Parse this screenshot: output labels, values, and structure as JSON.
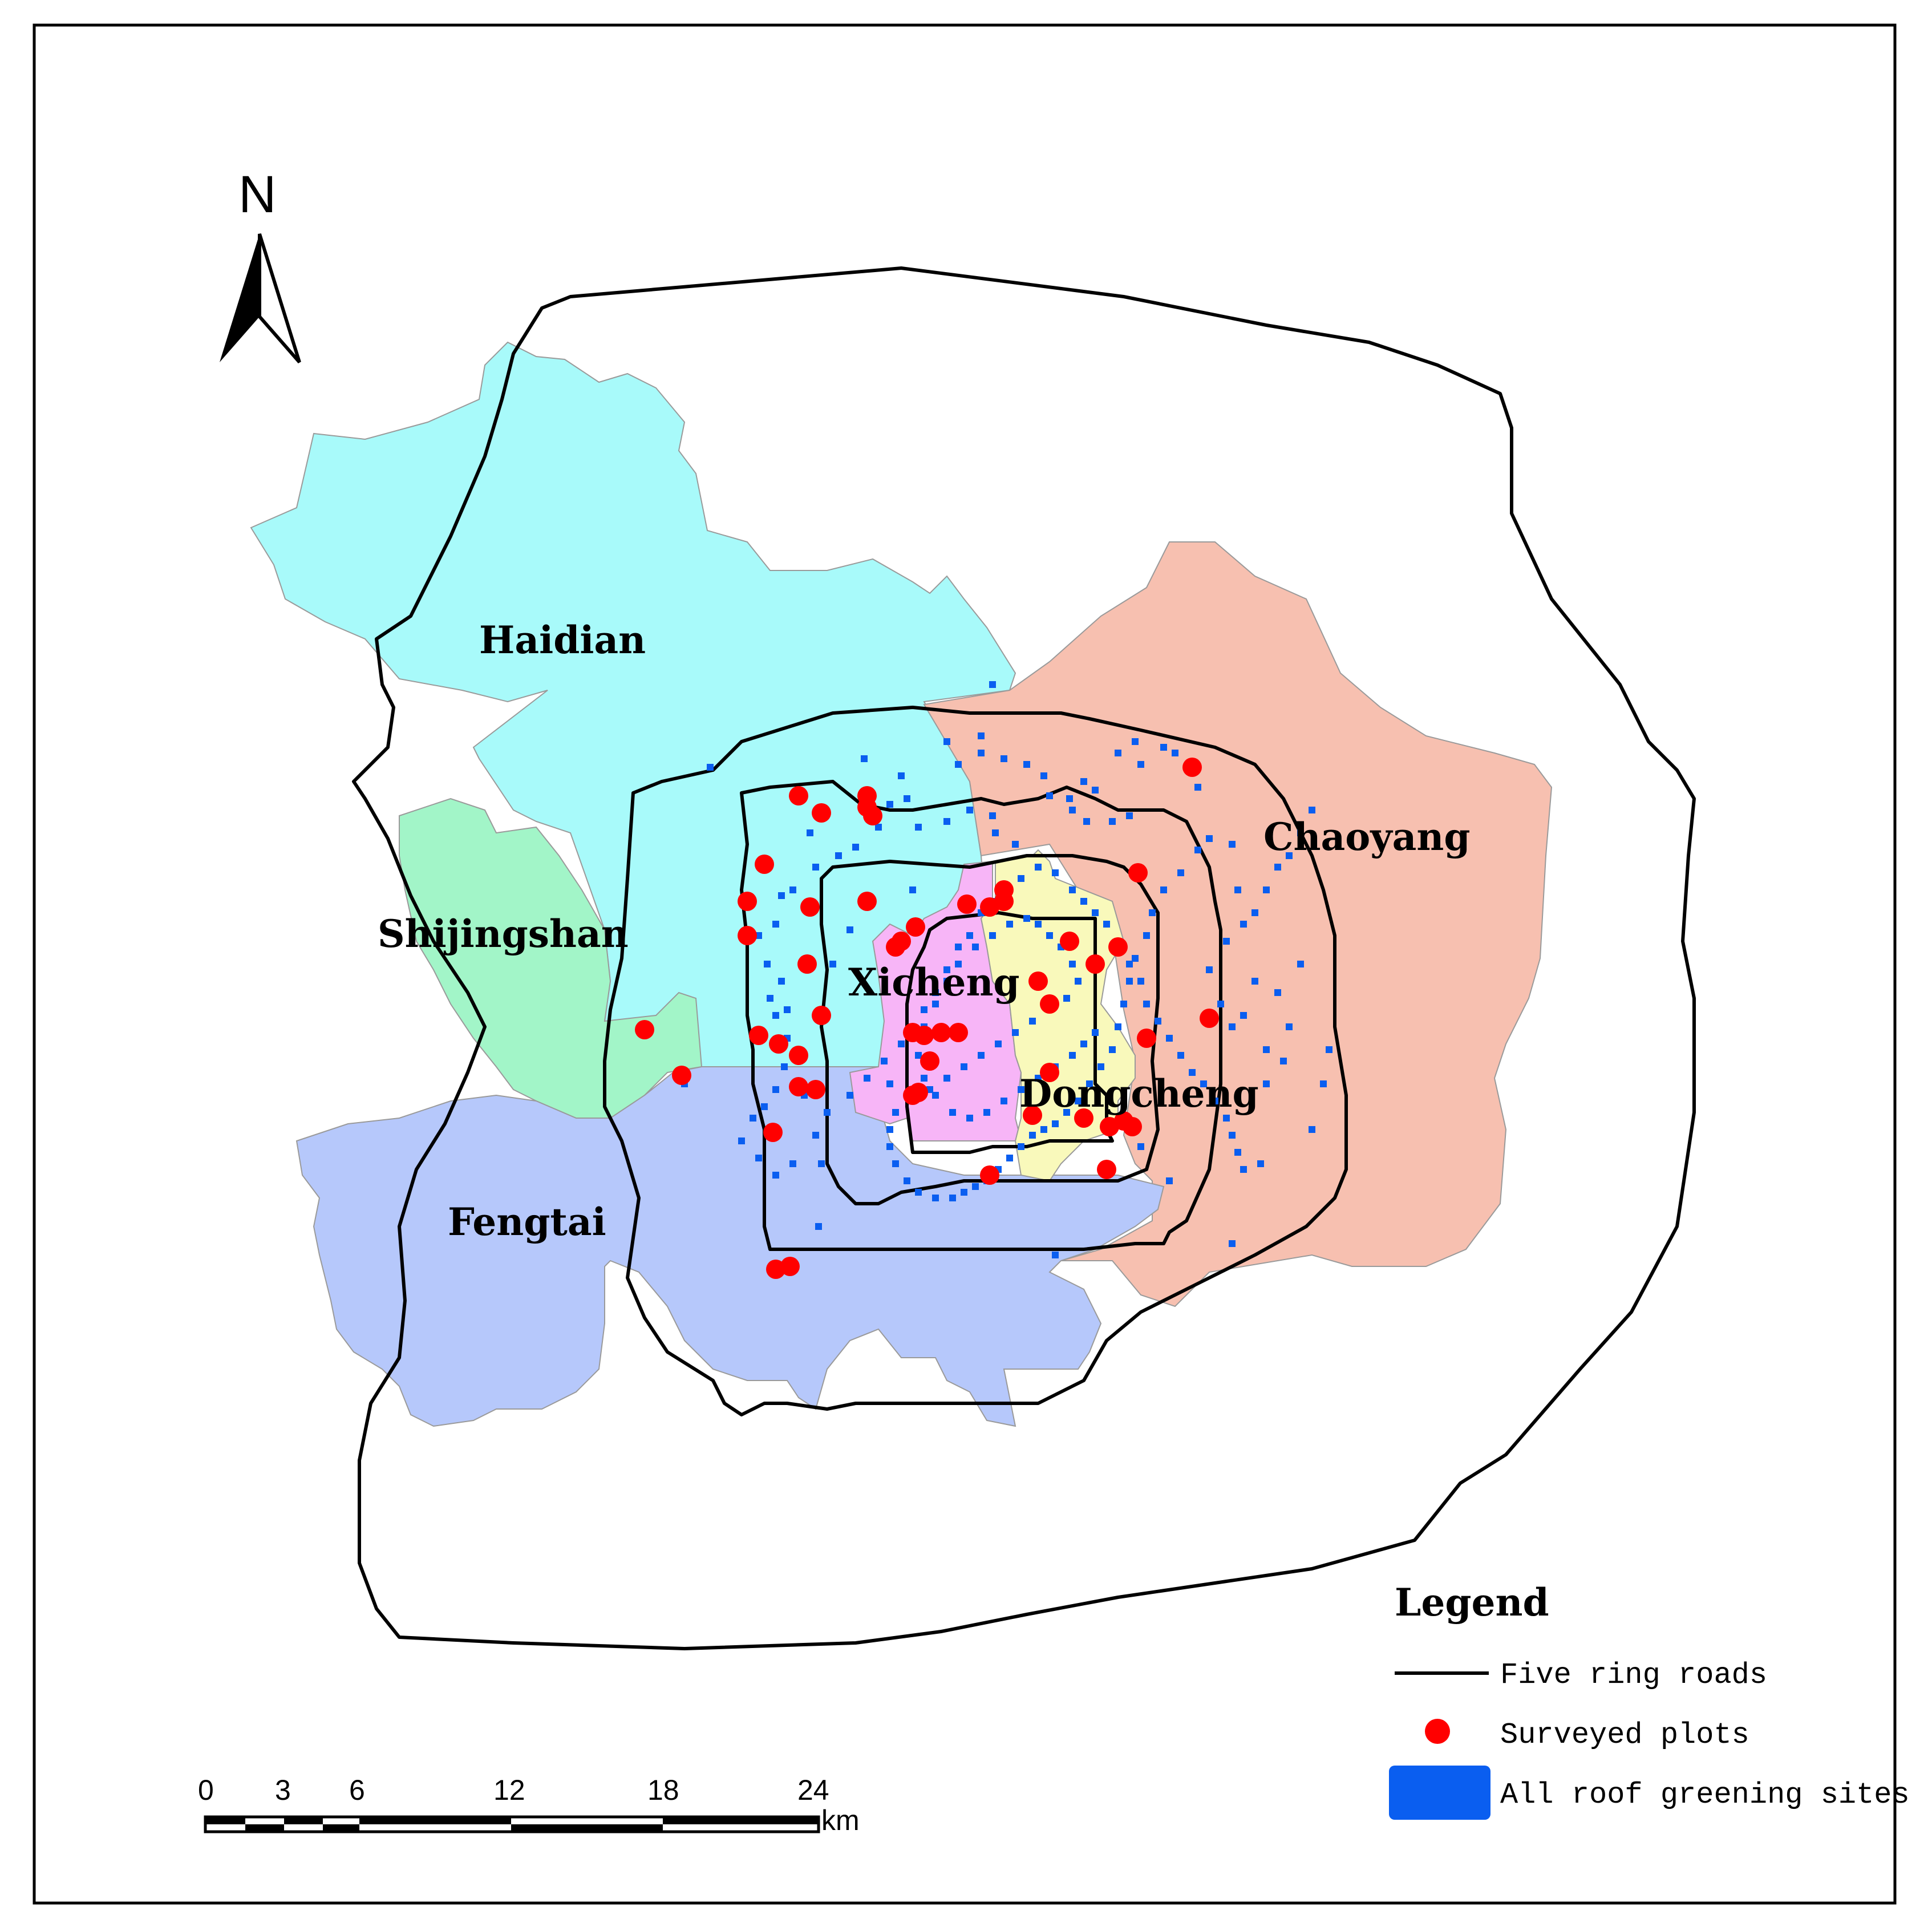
{
  "districts": [
    {
      "name": "Haidian",
      "color": "#a8fafa"
    },
    {
      "name": "Chaoyang",
      "color": "#f7c0b0"
    },
    {
      "name": "Shijingshan",
      "color": "#a2f5c8"
    },
    {
      "name": "Xicheng",
      "color": "#f7b5f7"
    },
    {
      "name": "Dongcheng",
      "color": "#f9f9bb"
    },
    {
      "name": "Fengtai",
      "color": "#b6c8fb"
    }
  ],
  "north_arrow": {
    "label": "N"
  },
  "legend": {
    "title": "Legend",
    "items": [
      {
        "symbol": "line",
        "label": "Five ring roads",
        "color": "#000000"
      },
      {
        "symbol": "dot",
        "label": "Surveyed plots",
        "color": "#ff0000"
      },
      {
        "symbol": "square",
        "label": "All roof greening sites",
        "color": "#0a5ef0"
      }
    ]
  },
  "scale_bar": {
    "ticks": [
      "0",
      "3",
      "6",
      "12",
      "18",
      "24"
    ],
    "unit": "km"
  }
}
